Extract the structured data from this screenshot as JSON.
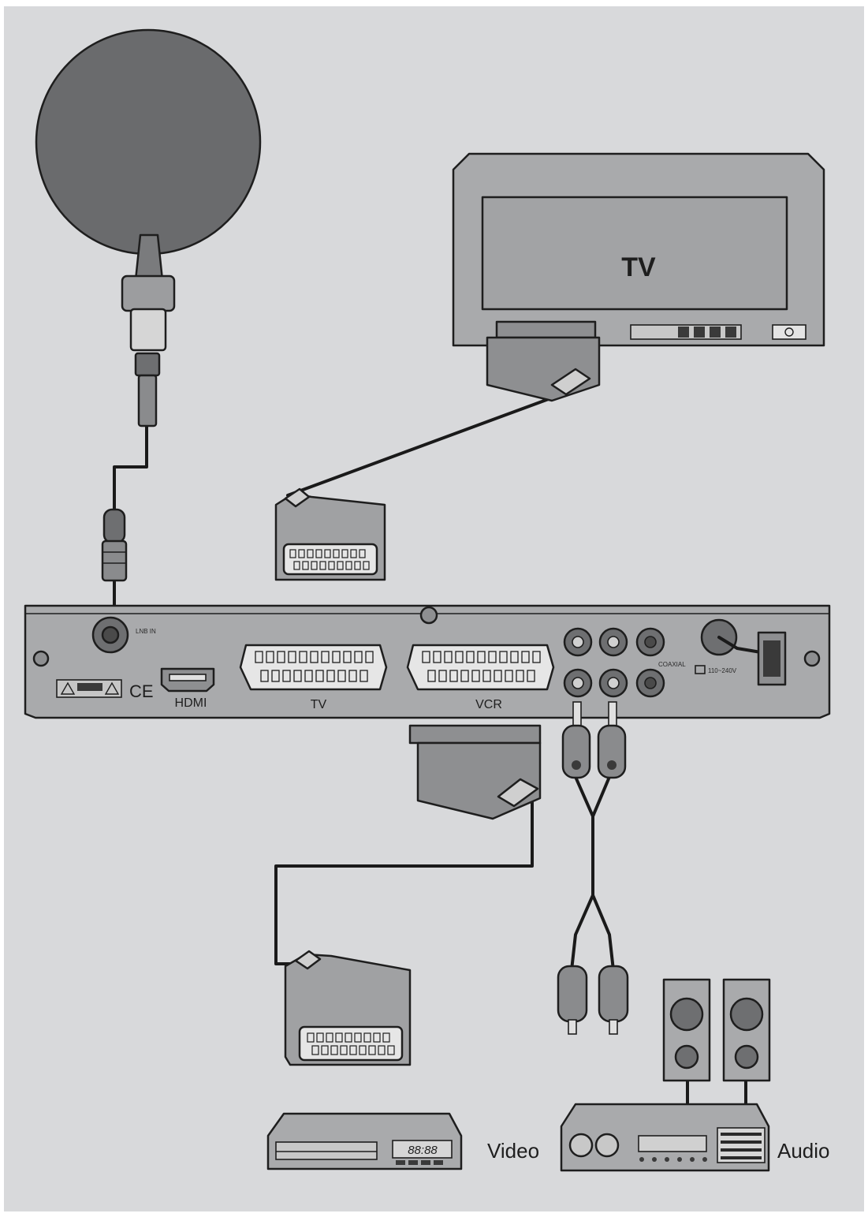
{
  "labels": {
    "tv_screen": "TV",
    "hdmi": "HDMI",
    "tv_scart": "TV",
    "vcr_scart": "VCR",
    "coaxial": "COAXIAL",
    "lnb": "LNB IN",
    "power": "110~240V",
    "video": "Video",
    "audio": "Audio",
    "ce": "CE",
    "vcr_display": "88:88"
  },
  "colors": {
    "background": "#d8d9db",
    "device": "#a9aaac",
    "device_dark": "#8e8f91",
    "dish": "#6a6b6d",
    "outline": "#1e1e1e"
  },
  "icons": [
    "satellite-dish-icon",
    "tv-icon",
    "scart-connector-icon",
    "rca-connector-icon",
    "vcr-icon",
    "amplifier-icon",
    "speaker-icon"
  ]
}
